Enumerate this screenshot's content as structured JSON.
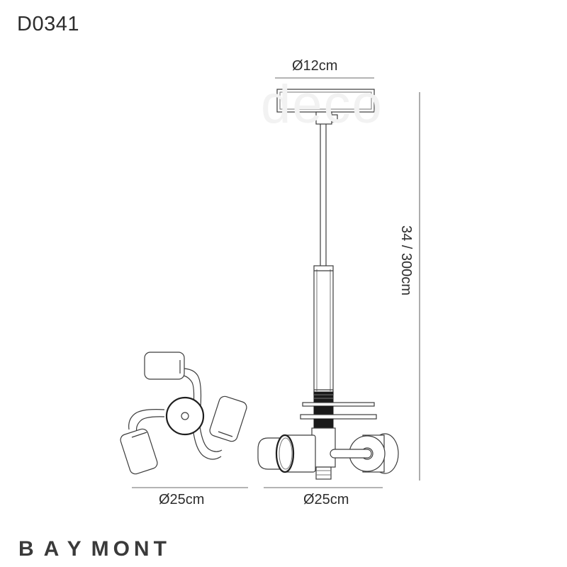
{
  "sheet": {
    "product_code": "D0341",
    "brand_first": "BAY",
    "brand_second": "MONT",
    "watermark": "deco",
    "background_color": "#ffffff",
    "line_color": "#3c3c3c",
    "text_color": "#2d2d2d",
    "accent_dark": "#1a1a1a",
    "watermark_color": "#f2f2f2"
  },
  "dimensions": {
    "ceiling_plate_diameter": "Ø12cm",
    "plan_view_diameter": "Ø25cm",
    "elevation_view_diameter": "Ø25cm",
    "drop_height": "34 / 300cm"
  },
  "views": {
    "plan": {
      "name": "plan-view",
      "arm_count": 3,
      "caption": "Ø25cm"
    },
    "elevation": {
      "name": "elevation-view",
      "caption": "Ø25cm"
    }
  }
}
